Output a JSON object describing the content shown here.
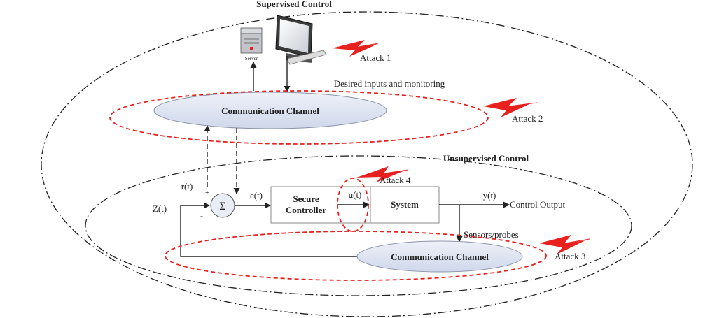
{
  "title": "Supervised Control",
  "unsupervised_title": "Unsupervised Control",
  "server_label": "Server",
  "desired_inputs": "Desired inputs and monitoring",
  "channel_top": "Communication Channel",
  "channel_bottom": "Communication Channel",
  "controller_line1": "Secure",
  "controller_line2": "Controller",
  "system": "System",
  "sum_symbol": "Σ",
  "signals": {
    "r": "r(t)",
    "z": "Z(t)",
    "e": "e(t)",
    "u": "u(t)",
    "y": "y(t)",
    "plus": "+",
    "minus": "-"
  },
  "control_output": "Control Output",
  "sensors": "Sensors/probes",
  "attacks": [
    "Attack 1",
    "Attack 2",
    "Attack 3",
    "Attack 4"
  ],
  "colors": {
    "attack_red": "#e8201e",
    "channel_fill": "#dde3f1",
    "line": "#222222"
  },
  "icons": [
    "server-icon",
    "monitor-icon",
    "lightning-icon"
  ]
}
